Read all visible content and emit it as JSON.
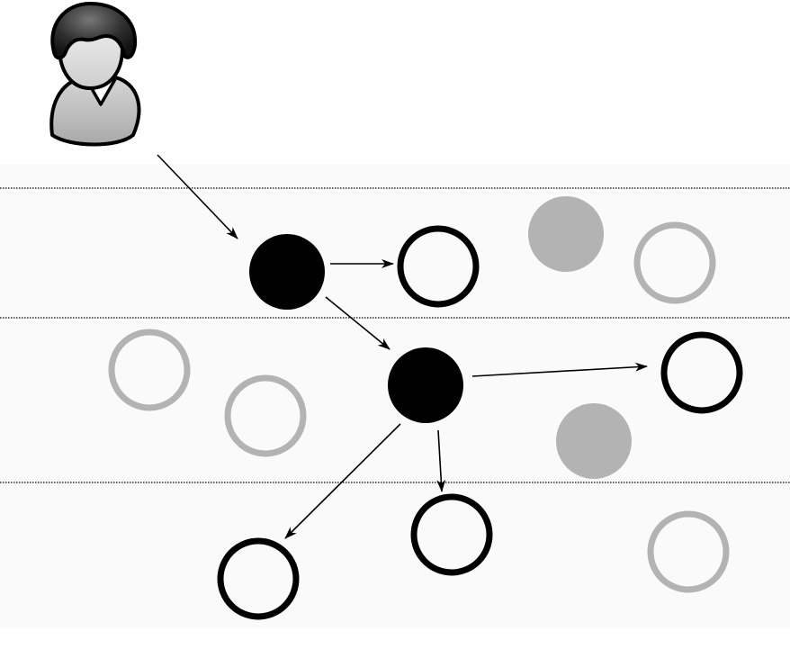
{
  "colors": {
    "background": "#ffffff",
    "band_fill": "#fafafa",
    "divider": "#000000",
    "node_active": "#000000",
    "node_inactive_filled": "#b3b3b3",
    "node_outline_active": "#000000",
    "node_outline_inactive": "#b3b3b3",
    "edge": "#000000",
    "user_skin": "#dcdcdc",
    "user_shirt": "#bdbdbd",
    "user_hair": "#2e2e2e"
  },
  "icons": {
    "user": "user-avatar-icon"
  },
  "diagram": {
    "layers": 3,
    "nodes": [
      {
        "id": "n1",
        "state": "visited"
      },
      {
        "id": "n2",
        "state": "frontier"
      },
      {
        "id": "n3",
        "state": "inactive-filled"
      },
      {
        "id": "n4",
        "state": "inactive"
      },
      {
        "id": "n5",
        "state": "inactive"
      },
      {
        "id": "n6",
        "state": "inactive"
      },
      {
        "id": "n7",
        "state": "visited"
      },
      {
        "id": "n8",
        "state": "frontier"
      },
      {
        "id": "n9",
        "state": "inactive-filled"
      },
      {
        "id": "n10",
        "state": "frontier"
      },
      {
        "id": "n11",
        "state": "frontier"
      },
      {
        "id": "n12",
        "state": "inactive"
      }
    ],
    "edges": [
      {
        "from": "user",
        "to": "n1"
      },
      {
        "from": "n1",
        "to": "n2"
      },
      {
        "from": "n1",
        "to": "n7"
      },
      {
        "from": "n7",
        "to": "n8"
      },
      {
        "from": "n7",
        "to": "n10"
      },
      {
        "from": "n7",
        "to": "n11"
      }
    ]
  }
}
